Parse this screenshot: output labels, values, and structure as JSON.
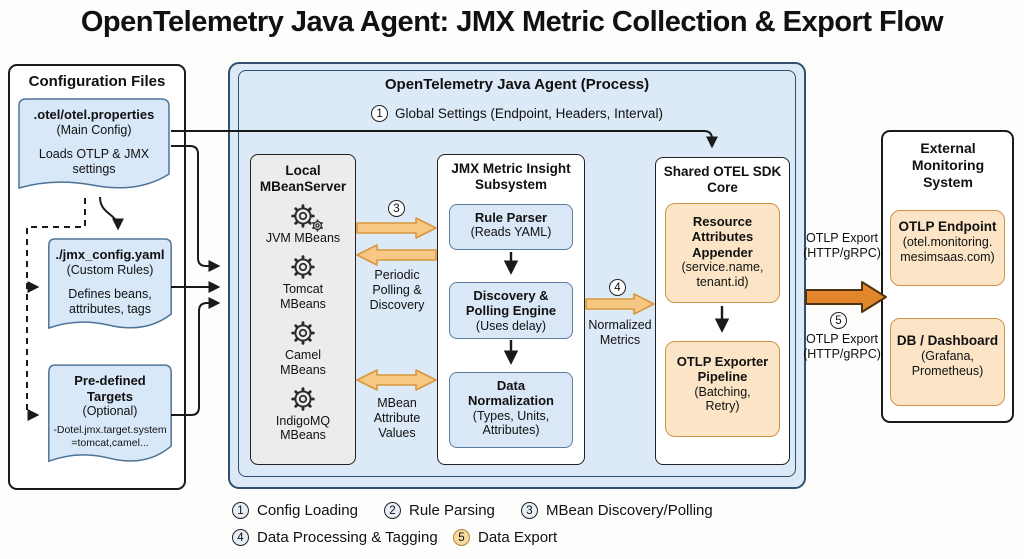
{
  "title": "OpenTelemetry Java Agent: JMX Metric Collection & Export Flow",
  "colors": {
    "panel_blue": "#dce9f6",
    "doc_blue": "#d9e8f8",
    "stage_blue": "#d9e7f7",
    "peach": "#fbe5c6",
    "peach_border": "#cf9348",
    "arrow_light": "#f6c883",
    "arrow_light_border": "#d8973d",
    "arrow_dark": "#e2862b",
    "gray_box": "#ececec"
  },
  "config_panel": {
    "title": "Configuration Files",
    "files": [
      {
        "title": ".otel/otel.properties",
        "subtitle": "(Main Config)",
        "body": "Loads OTLP & JMX settings"
      },
      {
        "title": "./jmx_config.yaml",
        "subtitle": "(Custom Rules)",
        "body": "Defines beans, attributes, tags"
      },
      {
        "title": "Pre-defined Targets",
        "subtitle": "(Optional)",
        "body": "-Dotel.jmx.target.system=tomcat,camel..."
      }
    ]
  },
  "agent_panel": {
    "title": "OpenTelemetry Java Agent (Process)",
    "global_settings": {
      "step": "1",
      "label": "Global Settings (Endpoint, Headers, Interval)"
    },
    "mbean_server": {
      "title": "Local MBeanServer",
      "items": [
        {
          "icon": "gear-double-icon",
          "label": "JVM MBeans"
        },
        {
          "icon": "gear-icon",
          "label": "Tomcat MBeans"
        },
        {
          "icon": "gear-icon",
          "label": "Camel MBeans"
        },
        {
          "icon": "gear-icon",
          "label": "IndigoMQ MBeans"
        }
      ]
    },
    "flow_labels": {
      "step3": "3",
      "polling": "Periodic Polling & Discovery",
      "attribute_values": "MBean Attribute Values",
      "step4": "4",
      "normalized": "Normalized Metrics"
    },
    "jmx_subsystem": {
      "title": "JMX Metric Insight Subsystem",
      "stages": [
        {
          "title": "Rule Parser",
          "subtitle": "(Reads YAML)"
        },
        {
          "title": "Discovery & Polling Engine",
          "subtitle": "(Uses delay)"
        },
        {
          "title": "Data Normalization",
          "subtitle": "(Types, Units, Attributes)"
        }
      ]
    },
    "sdk_core": {
      "title": "Shared OTEL SDK Core",
      "stages": [
        {
          "title": "Resource Attributes Appender",
          "subtitle": "(service.name, tenant.id)"
        },
        {
          "title": "OTLP Exporter Pipeline",
          "subtitle": "(Batching, Retry)"
        }
      ]
    }
  },
  "export_flow": {
    "label_top": "OTLP Export (HTTP/gRPC)",
    "step": "5",
    "label_bottom": "OTLP Export (HTTP/gRPC)"
  },
  "external_panel": {
    "title": "External Monitoring System",
    "nodes": [
      {
        "title": "OTLP Endpoint",
        "subtitle": "(otel.monitoring. mesimsaas.com)"
      },
      {
        "title": "DB / Dashboard",
        "subtitle": "(Grafana, Prometheus)"
      }
    ]
  },
  "legend": [
    {
      "num": "1",
      "label": "Config Loading"
    },
    {
      "num": "2",
      "label": "Rule Parsing"
    },
    {
      "num": "3",
      "label": "MBean Discovery/Polling"
    },
    {
      "num": "4",
      "label": "Data Processing & Tagging"
    },
    {
      "num": "5",
      "label": "Data Export"
    }
  ]
}
